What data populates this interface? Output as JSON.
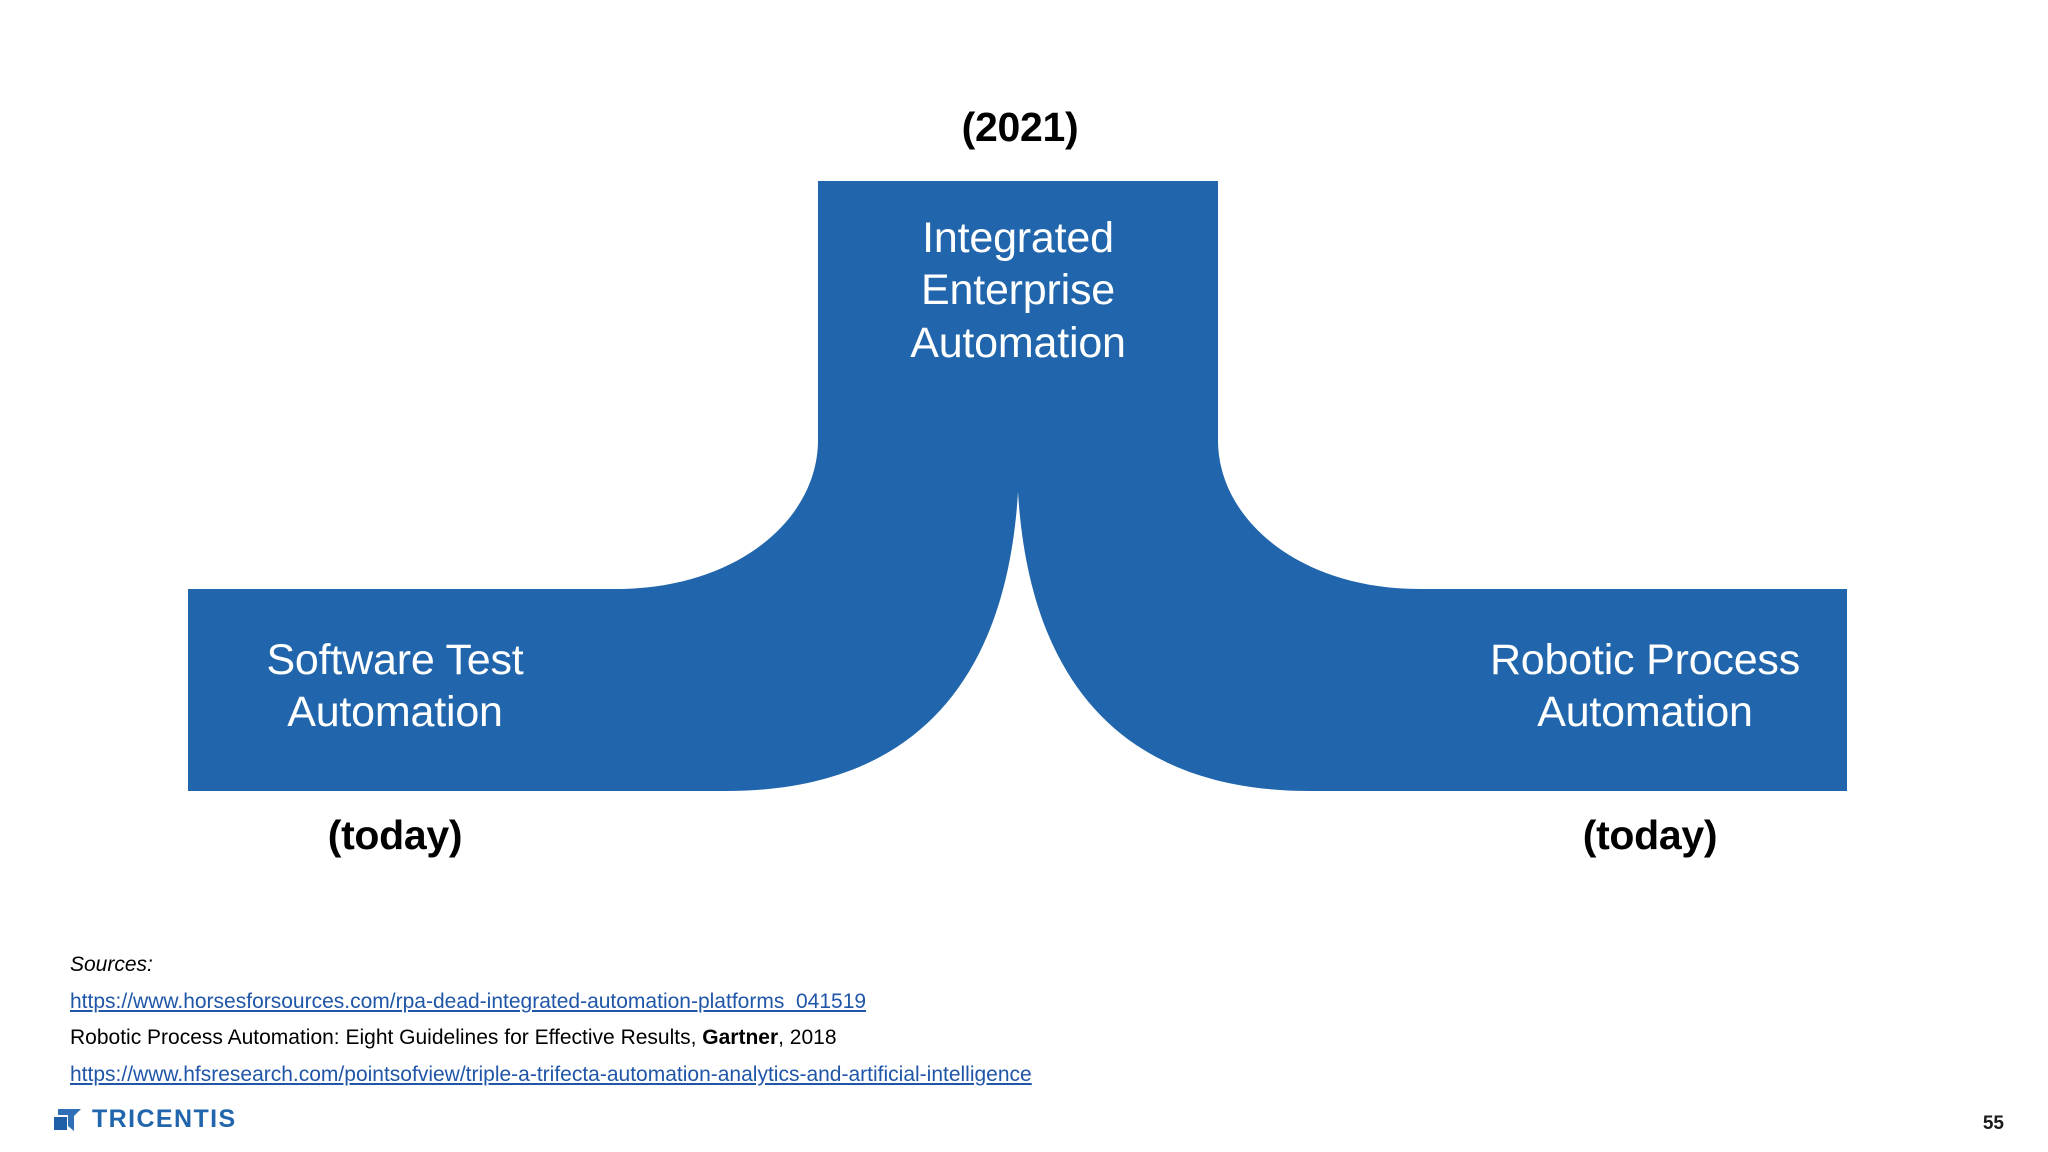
{
  "slide": {
    "page_number": "55",
    "accent_color": "#2166ac",
    "text_on_accent": "#ffffff",
    "link_color": "#2056a8",
    "background": "#ffffff"
  },
  "diagram": {
    "type": "merge-arch",
    "center_node": {
      "label": "Integrated\nEnterprise\nAutomation",
      "caption": "(2021)"
    },
    "left_node": {
      "label": "Software Test\nAutomation",
      "caption": "(today)"
    },
    "right_node": {
      "label": "Robotic Process\nAutomation",
      "caption": "(today)"
    }
  },
  "sources": {
    "heading": "Sources:",
    "link_1": "https://www.horsesforsources.com/rpa-dead-integrated-automation-platforms_041519",
    "citation_prefix": "Robotic Process Automation: Eight Guidelines for Effective Results, ",
    "citation_bold": "Gartner",
    "citation_suffix": ", 2018",
    "link_2": "https://www.hfsresearch.com/pointsofview/triple-a-trifecta-automation-analytics-and-artificial-intelligence"
  },
  "footer": {
    "brand": "TRICENTIS"
  }
}
